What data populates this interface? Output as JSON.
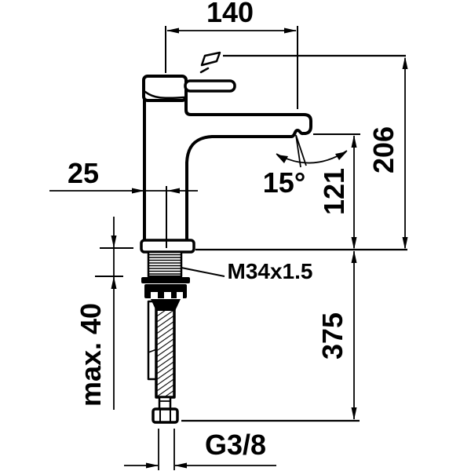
{
  "labels": {
    "spout_reach": "140",
    "front_offset": "25",
    "total_height": "206",
    "spout_height": "121",
    "aerator_angle": "15°",
    "body_thread": "M34x1.5",
    "deck_thickness": "max. 40",
    "below_deck_length": "375",
    "supply_connection": "G3/8"
  },
  "colors": {
    "line": "#000000",
    "background": "#ffffff"
  }
}
